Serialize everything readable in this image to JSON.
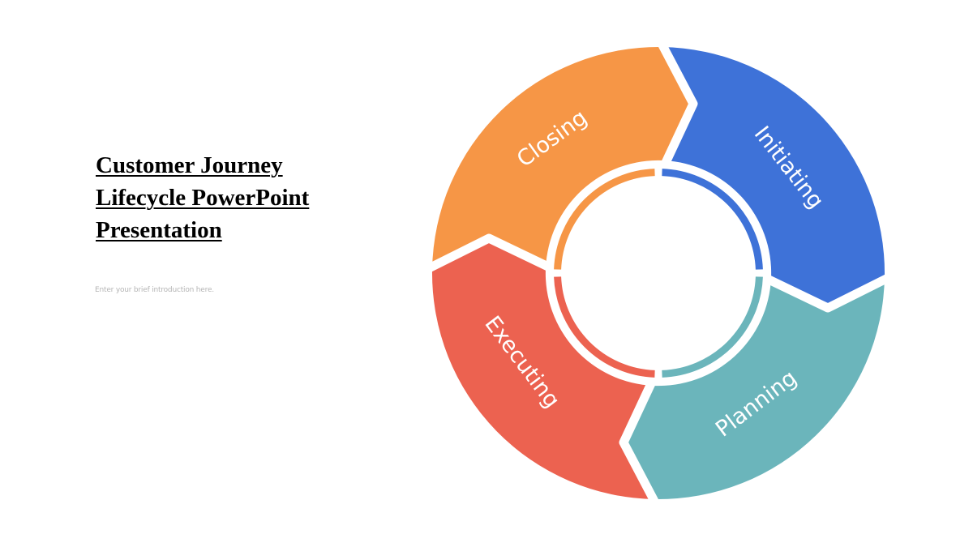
{
  "slide": {
    "title": "Customer Journey Lifecycle PowerPoint Presentation",
    "intro": "Enter your brief introduction here."
  },
  "diagram": {
    "type": "cycle",
    "direction": "clockwise",
    "stages": [
      {
        "label": "Closing",
        "color": "#F69646",
        "position": "top-left"
      },
      {
        "label": "Initiating",
        "color": "#3E72D8",
        "position": "top-right"
      },
      {
        "label": "Planning",
        "color": "#6BB5BB",
        "position": "bottom-right"
      },
      {
        "label": "Executing",
        "color": "#EC6250",
        "position": "bottom-left"
      }
    ]
  }
}
